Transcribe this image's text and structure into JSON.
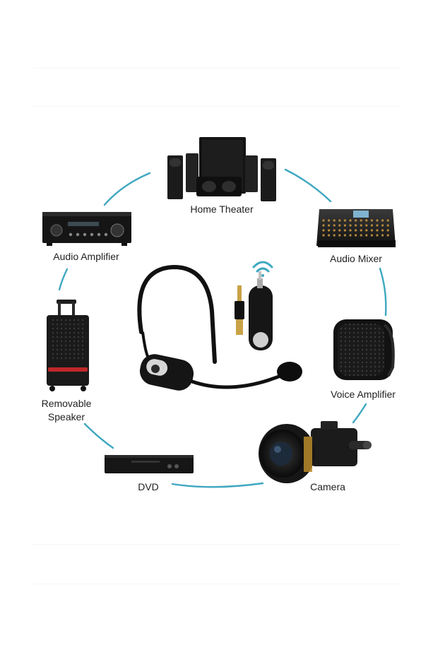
{
  "devices": {
    "home_theater": "Home Theater",
    "audio_amplifier": "Audio Amplifier",
    "audio_mixer": "Audio Mixer",
    "removable_speaker_line1": "Removable",
    "removable_speaker_line2": "Speaker",
    "voice_amplifier": "Voice Amplifier",
    "dvd": "DVD",
    "camera": "Camera"
  },
  "colors": {
    "connector": "#3fa7c0",
    "device_dark": "#1b1b1b",
    "background": "#ffffff"
  },
  "icons": [
    "home-theater-speakers",
    "audio-amplifier",
    "audio-mixer",
    "trolley-speaker",
    "voice-amplifier",
    "dvd-player",
    "camera",
    "headset-microphone",
    "wireless-receiver",
    "wifi-signal"
  ]
}
